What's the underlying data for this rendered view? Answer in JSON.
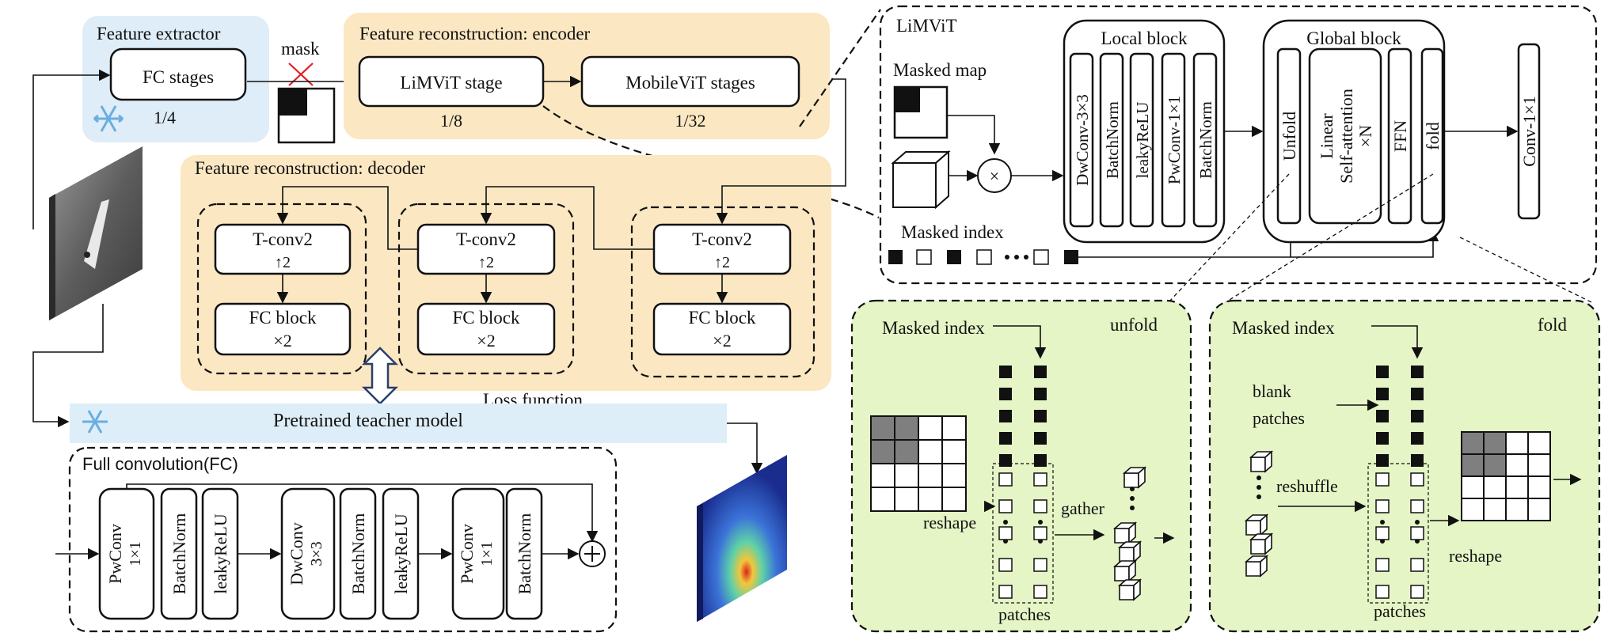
{
  "feature_extractor": {
    "title": "Feature extractor",
    "stage": "FC stages",
    "ratio": "1/4"
  },
  "mask_label": "mask",
  "encoder": {
    "title": "Feature reconstruction: encoder",
    "limvit": "LiMViT stage",
    "limvit_ratio": "1/8",
    "mobilevit": "MobileViT stages",
    "mobilevit_ratio": "1/32"
  },
  "decoder": {
    "title": "Feature reconstruction: decoder",
    "tconv": "T-conv2",
    "upsample": "↑2",
    "fc_block": "FC block",
    "times2": "×2"
  },
  "loss": "Loss function",
  "teacher": "Pretrained teacher model",
  "fc": {
    "title": "Full convolution(FC)",
    "pw": "PwConv",
    "one": "1×1",
    "dw": "DwConv",
    "three": "3×3",
    "bn": "BatchNorm",
    "relu": "leakyReLU",
    "plus": "+"
  },
  "limvit": {
    "title": "LiMViT",
    "masked_map": "Masked map",
    "masked_index": "Masked index",
    "times": "×"
  },
  "local": {
    "title": "Local block",
    "items": [
      "DwConv-3×3",
      "BatchNorm",
      "leakyReLU",
      "PwConv-1×1",
      "BatchNorm"
    ]
  },
  "global": {
    "title": "Global block",
    "unfold": "Unfold",
    "attn1": "Linear",
    "attn2": "Self-attention",
    "attn3": "×N",
    "ffn": "FFN",
    "fold": "fold"
  },
  "conv_out": "Conv-1×1",
  "unfold_panel": {
    "title": "unfold",
    "masked_index": "Masked index",
    "reshape": "reshape",
    "gather": "gather",
    "patches": "patches"
  },
  "fold_panel": {
    "title": "fold",
    "masked_index": "Masked index",
    "blank1": "blank",
    "blank2": "patches",
    "reshuffle": "reshuffle",
    "reshape": "reshape",
    "patches": "patches"
  },
  "colors": {
    "blue_panel": "#deedf7",
    "orange_panel": "#fbe7c2",
    "green_panel": "#e5f5c6",
    "teacher_bar": "#ddeef8",
    "snow": "#6aaee0",
    "mask_x": "#e0212b"
  }
}
